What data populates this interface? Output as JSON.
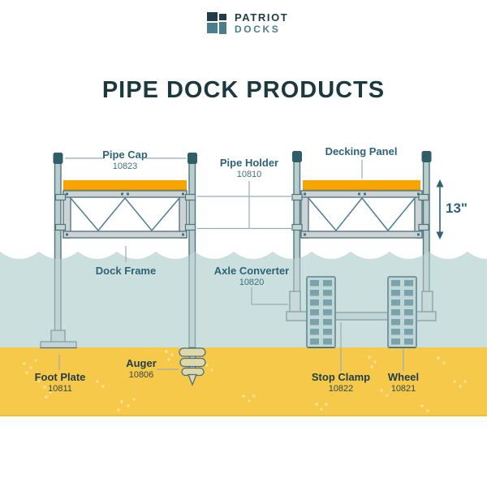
{
  "brand": {
    "name_top": "PATRIOT",
    "name_bottom": "DOCKS"
  },
  "title": "PIPE DOCK PRODUCTS",
  "parts": {
    "pipe_cap": {
      "name": "Pipe Cap",
      "sku": "10823"
    },
    "pipe_holder": {
      "name": "Pipe Holder",
      "sku": "10810"
    },
    "decking_panel": {
      "name": "Decking Panel"
    },
    "dock_frame": {
      "name": "Dock Frame"
    },
    "axle_converter": {
      "name": "Axle Converter",
      "sku": "10820"
    },
    "foot_plate": {
      "name": "Foot Plate",
      "sku": "10811"
    },
    "auger": {
      "name": "Auger",
      "sku": "10806"
    },
    "stop_clamp": {
      "name": "Stop Clamp",
      "sku": "10822"
    },
    "wheel": {
      "name": "Wheel",
      "sku": "10821"
    }
  },
  "dimension": {
    "frame_height": "13\""
  },
  "colors": {
    "brand_navy": "#223d47",
    "brand_teal": "#4a7e8c",
    "label_teal": "#2d6375",
    "label_navy": "#203e46",
    "deck_orange": "#f8a504",
    "water": "#cbdfdf",
    "sand": "#f7c94b",
    "pipe_gray": "#b9cdcd",
    "wheel_teal": "#35707e"
  }
}
